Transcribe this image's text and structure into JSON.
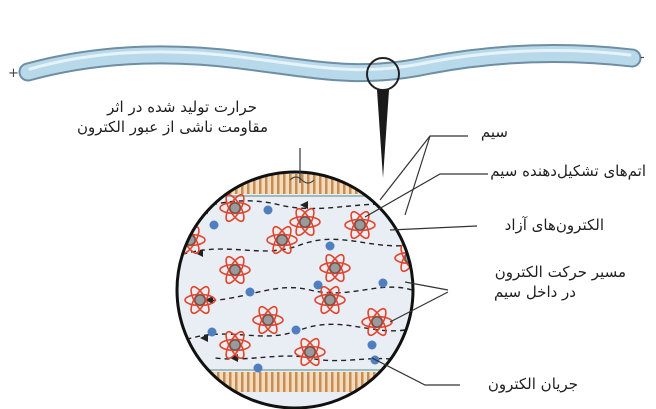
{
  "diagram": {
    "labels": {
      "heat_line1": "حرارت تولید شده در اثر",
      "heat_line2": "مقاومت ناشی از عبور الکترون",
      "wire": "سیم",
      "atoms": "اتم‌های تشکیل‌دهنده سیم",
      "free_electrons": "الکترون‌های آزاد",
      "path_line1": "مسیر حرکت الکترون",
      "path_line2": "در داخل سیم",
      "current": "جریان الکترون"
    },
    "terminals": {
      "left": "+",
      "right": "-"
    },
    "colors": {
      "wire": "#b8d9ea",
      "atom": "#e2442d",
      "electron": "#4f7fbf",
      "heat_stripes": "#c98d52",
      "lens_fill": "#e8eef3"
    }
  }
}
